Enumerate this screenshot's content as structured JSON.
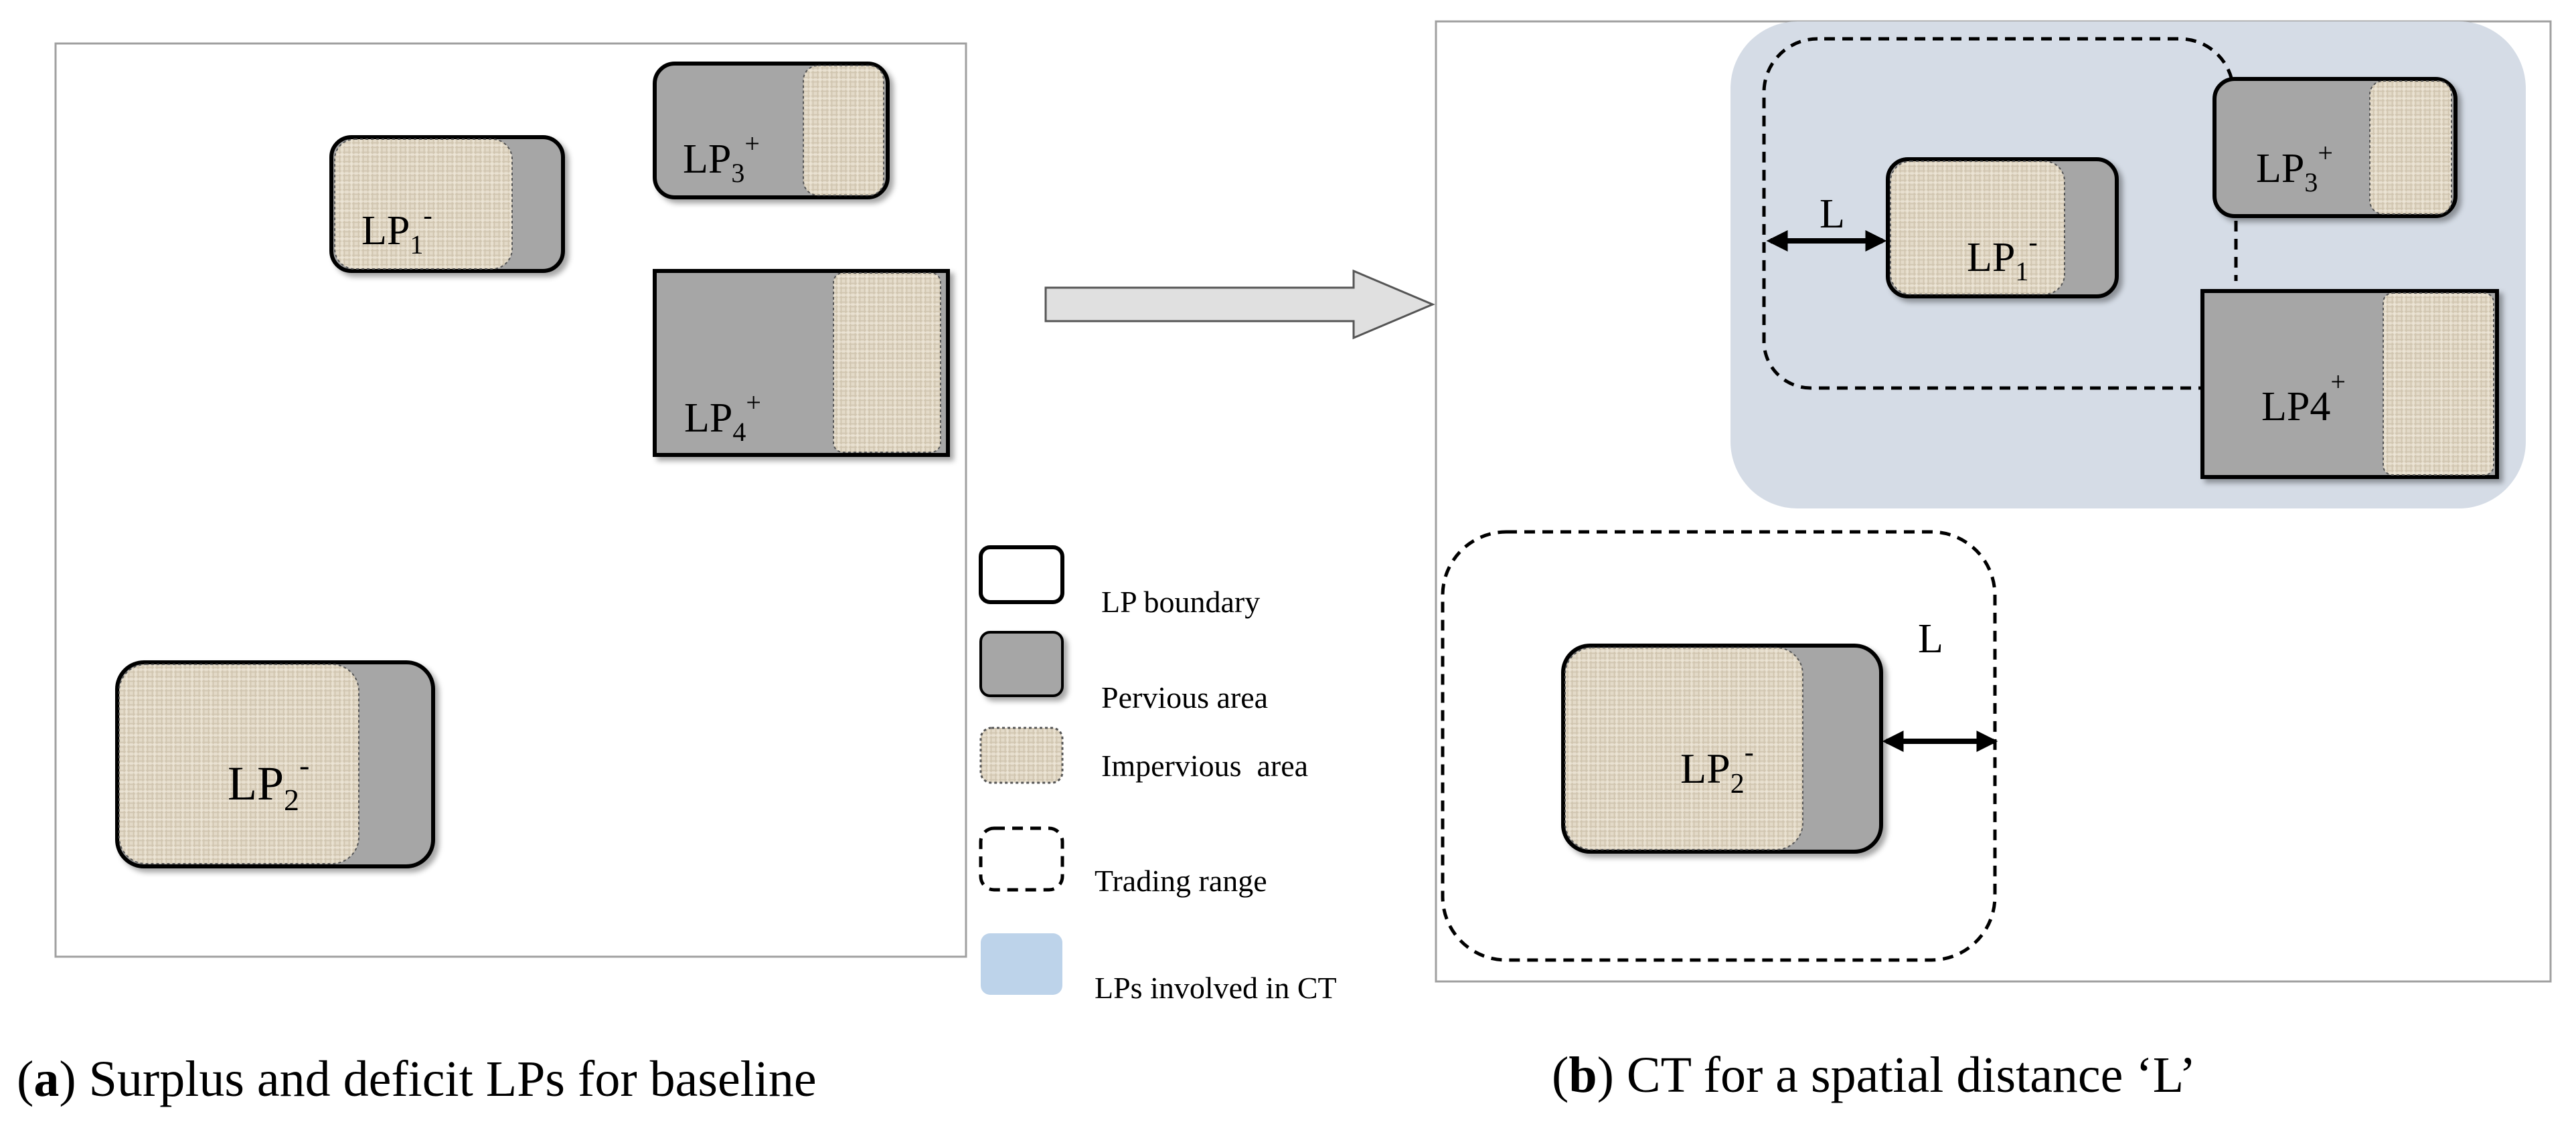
{
  "panel_a": {
    "caption_letter": "a",
    "caption_text": " Surplus and deficit LPs for baseline",
    "lps": [
      {
        "label": "LP",
        "sub": "1",
        "sup": "-"
      },
      {
        "label": "LP",
        "sub": "3",
        "sup": "+"
      },
      {
        "label": "LP",
        "sub": "4",
        "sup": "+"
      },
      {
        "label": "LP",
        "sub": "2",
        "sup": "-"
      }
    ]
  },
  "panel_b": {
    "caption_letter": "b",
    "caption_text": " CT for a spatial distance ‘L’",
    "lps": [
      {
        "label": "LP",
        "sub": "1",
        "sup": "-"
      },
      {
        "label": "LP",
        "sub": "3",
        "sup": "+"
      },
      {
        "label": "LP4",
        "sub": "",
        "sup": "+"
      },
      {
        "label": "LP",
        "sub": "2",
        "sup": "-"
      }
    ],
    "distance_label": "L"
  },
  "legend": [
    {
      "key": "lp-boundary",
      "label": "LP boundary"
    },
    {
      "key": "pervious-area",
      "label": "Pervious area"
    },
    {
      "key": "impervious-area",
      "label": "Impervious  area"
    },
    {
      "key": "trading-range",
      "label": "Trading range"
    },
    {
      "key": "lps-involved-ct",
      "label": "LPs involved in CT"
    }
  ],
  "colors": {
    "pervious": "#a6a6a6",
    "impervious": "#e3dac8",
    "ct_highlight": "#d5dce6",
    "legend_ct": "#bdd3ea",
    "frame": "#a0a0a0",
    "arrow_fill": "#e0e0e0"
  }
}
